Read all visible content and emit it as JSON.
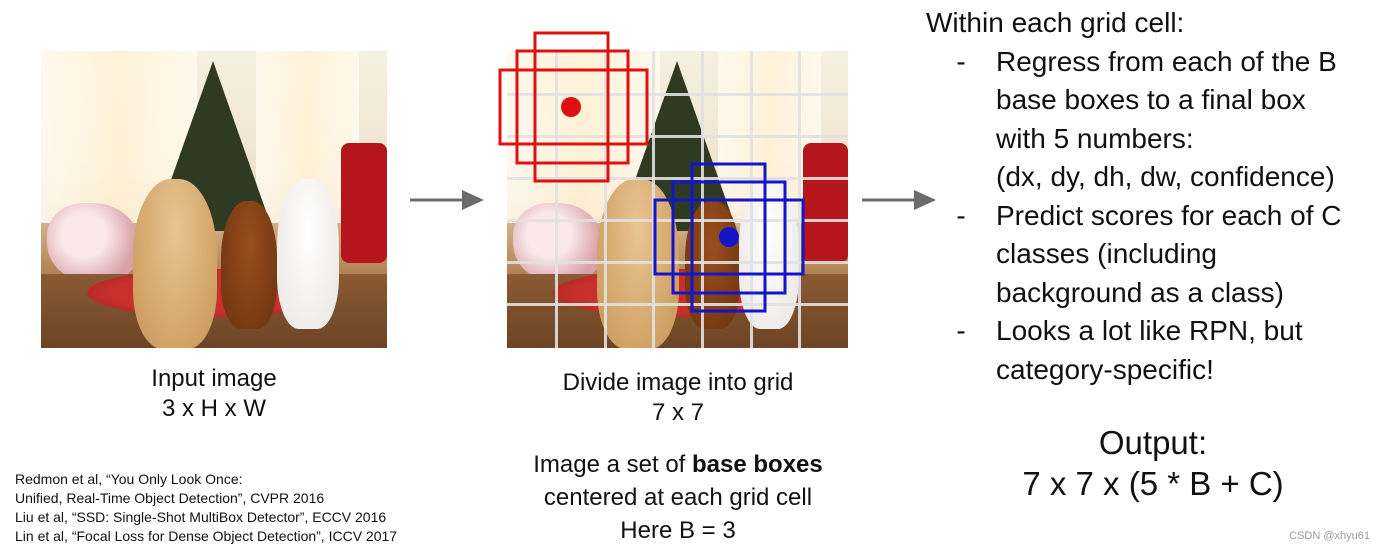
{
  "left": {
    "caption_line1": "Input image",
    "caption_line2": "3 x H x W"
  },
  "middle": {
    "caption_line1": "Divide image into grid",
    "caption_line2": "7 x 7",
    "desc_prefix": "Image a set of ",
    "desc_bold": "base boxes",
    "desc_line2": "centered at each grid cell",
    "desc_line3": "Here B = 3"
  },
  "right": {
    "heading": "Within each grid cell:",
    "bullet_dash": "-",
    "bullets": [
      {
        "lines": [
          "Regress from each of the B",
          "base boxes to a final box",
          "with 5 numbers:",
          "(dx, dy, dh, dw, confidence)"
        ]
      },
      {
        "lines": [
          "Predict scores for each of C",
          "classes (including",
          "background as a class)"
        ]
      },
      {
        "lines": [
          "Looks a lot like RPN, but",
          "category-specific!"
        ]
      }
    ],
    "output_label": "Output:",
    "output_formula": "7 x 7 x (5 * B + C)"
  },
  "references": [
    "Redmon et al, “You Only Look Once:",
    "Unified, Real-Time Object Detection”, CVPR 2016",
    "Liu et al, “SSD: Single-Shot MultiBox Detector”, ECCV 2016",
    "Lin et al, “Focal Loss for Dense Object Detection”, ICCV 2017"
  ],
  "watermark": "CSDN @xhyu61",
  "colors": {
    "red_box": "#e01010",
    "blue_box": "#1414c8",
    "arrow": "#6b6b6b",
    "grid": "#e1e1e1"
  },
  "grid": {
    "rows": 7,
    "cols": 7
  }
}
